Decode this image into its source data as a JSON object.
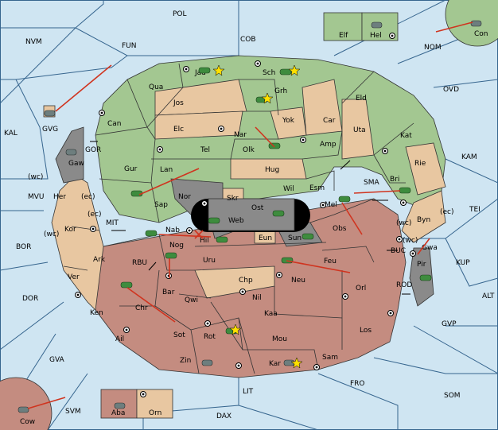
{
  "regions": {
    "seas": [
      "POL",
      "NVM",
      "FUN",
      "COB",
      "NOM",
      "OVD",
      "KAL",
      "KAM",
      "MVU",
      "TEI",
      "BOR",
      "KUP",
      "DOR",
      "ALT",
      "GVP",
      "GVA",
      "FRO",
      "SOM",
      "LIT",
      "SVM",
      "DAX",
      "GOR",
      "MIT",
      "RBU",
      "SMA",
      "BUC",
      "ROD"
    ],
    "green": [
      "Jad",
      "Sch",
      "Qua",
      "Jos",
      "Grh",
      "Eld",
      "Can",
      "Elc",
      "Yok",
      "Car",
      "Nar",
      "Uta",
      "Tel",
      "Olk",
      "Amp",
      "Kat",
      "Gur",
      "Lan",
      "Hug",
      "Rie",
      "Wil",
      "Esm",
      "Bri",
      "GVG",
      "Elf",
      "Hel",
      "Con"
    ],
    "tan": [
      "Her",
      "Kor",
      "Ark",
      "Skr",
      "Ost",
      "Eun",
      "Byn",
      "Gwa",
      "Chp",
      "Orn"
    ],
    "red": [
      "Ver",
      "Ken",
      "Chr",
      "Bar",
      "Qwi",
      "Ail",
      "Sot",
      "Rot",
      "Zin",
      "Kar",
      "Sam",
      "Mou",
      "Kaa",
      "Nil",
      "Neu",
      "Orl",
      "Los",
      "Feu",
      "Uru",
      "Hil",
      "Nog",
      "Nab",
      "Sap",
      "Mel",
      "Obs",
      "Sun",
      "Aba",
      "Cow"
    ],
    "grey": [
      "Gaw",
      "Nor",
      "Web",
      "Pir"
    ]
  },
  "coast_tags": [
    "(wc)",
    "(ec)",
    "(ec)",
    "(wc)",
    "(ec)",
    "(wc)"
  ],
  "units_green": 14,
  "units_grey": 6,
  "colors": {
    "sea": "#cfe5f2",
    "green": "#a3c791",
    "tan": "#e8c7a1",
    "red": "#c48c80",
    "grey": "#8a8a8a",
    "arrow": "#d0341f"
  }
}
